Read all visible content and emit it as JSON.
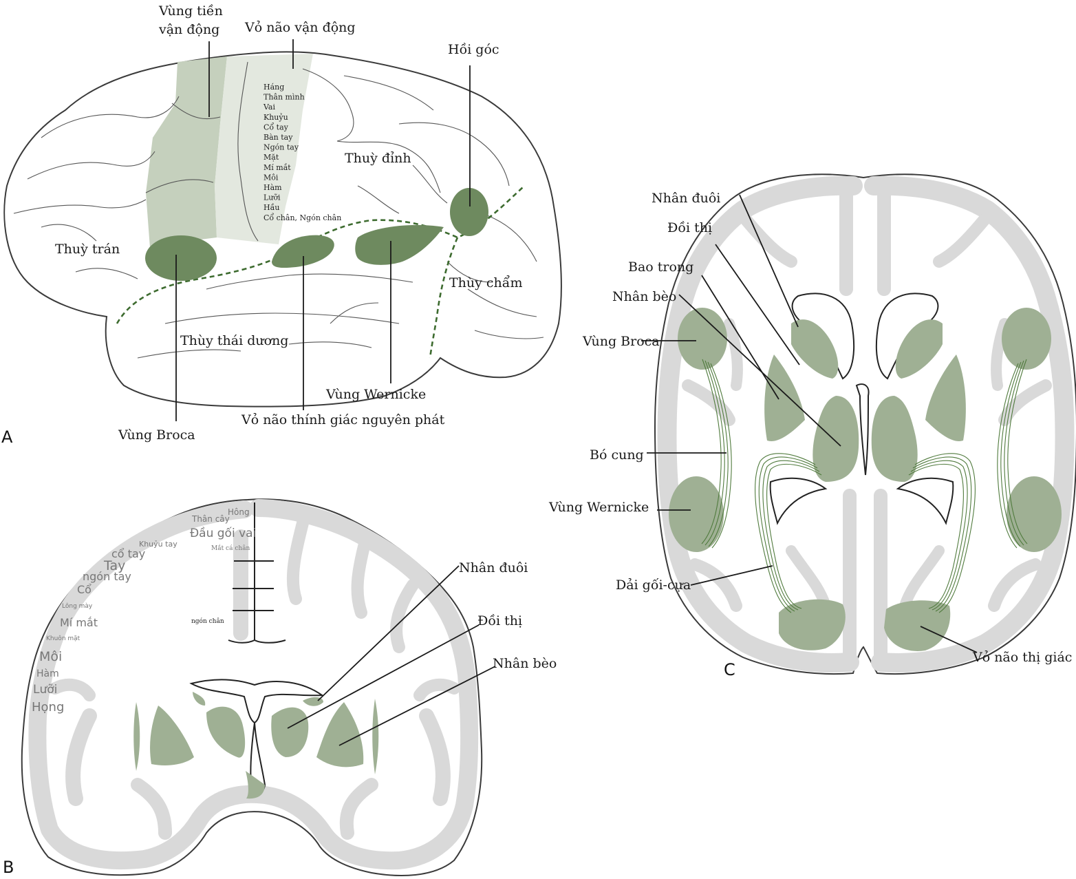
{
  "panel_a": {
    "panel_letter": "A",
    "labels": {
      "premotor_line1": "Vùng tiền",
      "premotor_line2": "vận động",
      "motor_cortex": "Vỏ não vận động",
      "angular_gyrus": "Hồi góc",
      "parietal_lobe": "Thuỳ đỉnh",
      "frontal_lobe": "Thuỳ trán",
      "occipital_lobe": "Thùy chẩm",
      "temporal_lobe": "Thùy thái dương",
      "wernicke": "Vùng Wernicke",
      "auditory_cortex": "Vỏ não thính giác nguyên phát",
      "broca": "Vùng Broca"
    },
    "motor_map": [
      "Háng",
      "Thân mình",
      "Vai",
      "Khuỷu",
      "Cổ tay",
      "Bàn tay",
      "Ngón tay",
      "Mặt",
      "Mí mắt",
      "Môi",
      "Hàm",
      "Lưỡi",
      "Hầu",
      "Cổ chân, Ngón chân"
    ]
  },
  "panel_b": {
    "panel_letter": "B",
    "homunculus": [
      {
        "text": "Hông",
        "size": "s"
      },
      {
        "text": "Thân cây",
        "size": "s"
      },
      {
        "text": "Đầu gối vai",
        "size": "m"
      },
      {
        "text": "Mắt cá chân",
        "size": "xs"
      },
      {
        "text": "Khuỷu tay",
        "size": "s"
      },
      {
        "text": "cổ tay",
        "size": "m"
      },
      {
        "text": "Tay",
        "size": "l"
      },
      {
        "text": "ngón tay",
        "size": "m"
      },
      {
        "text": "Cổ",
        "size": "m"
      },
      {
        "text": "Lông mày",
        "size": "xs"
      },
      {
        "text": "Mí mắt",
        "size": "m"
      },
      {
        "text": "Khuôn mặt",
        "size": "xs"
      },
      {
        "text": "Môi",
        "size": "l"
      },
      {
        "text": "Hàm",
        "size": "s"
      },
      {
        "text": "Lưỡi",
        "size": "m"
      },
      {
        "text": "Họng",
        "size": "m"
      },
      {
        "text": "ngón chân",
        "size": "xs"
      }
    ],
    "labels": {
      "caudate": "Nhân đuôi",
      "thalamus": "Đồi thị",
      "putamen": "Nhân bèo"
    }
  },
  "panel_c": {
    "panel_letter": "C",
    "labels": {
      "caudate": "Nhân đuôi",
      "thalamus": "Đồi thị",
      "internal_capsule": "Bao trong",
      "putamen": "Nhân bèo",
      "broca": "Vùng Broca",
      "arcuate": "Bó cung",
      "wernicke": "Vùng Wernicke",
      "optic_radiation": "Dải gối-cựa",
      "visual_cortex": "Vỏ não thị giác"
    }
  },
  "colors": {
    "structure_green": "#9fb094",
    "dark_green": "#6e8a5f",
    "grey_matter": "#d9d9d9",
    "dashed_boundary": "#3d6b2f"
  }
}
